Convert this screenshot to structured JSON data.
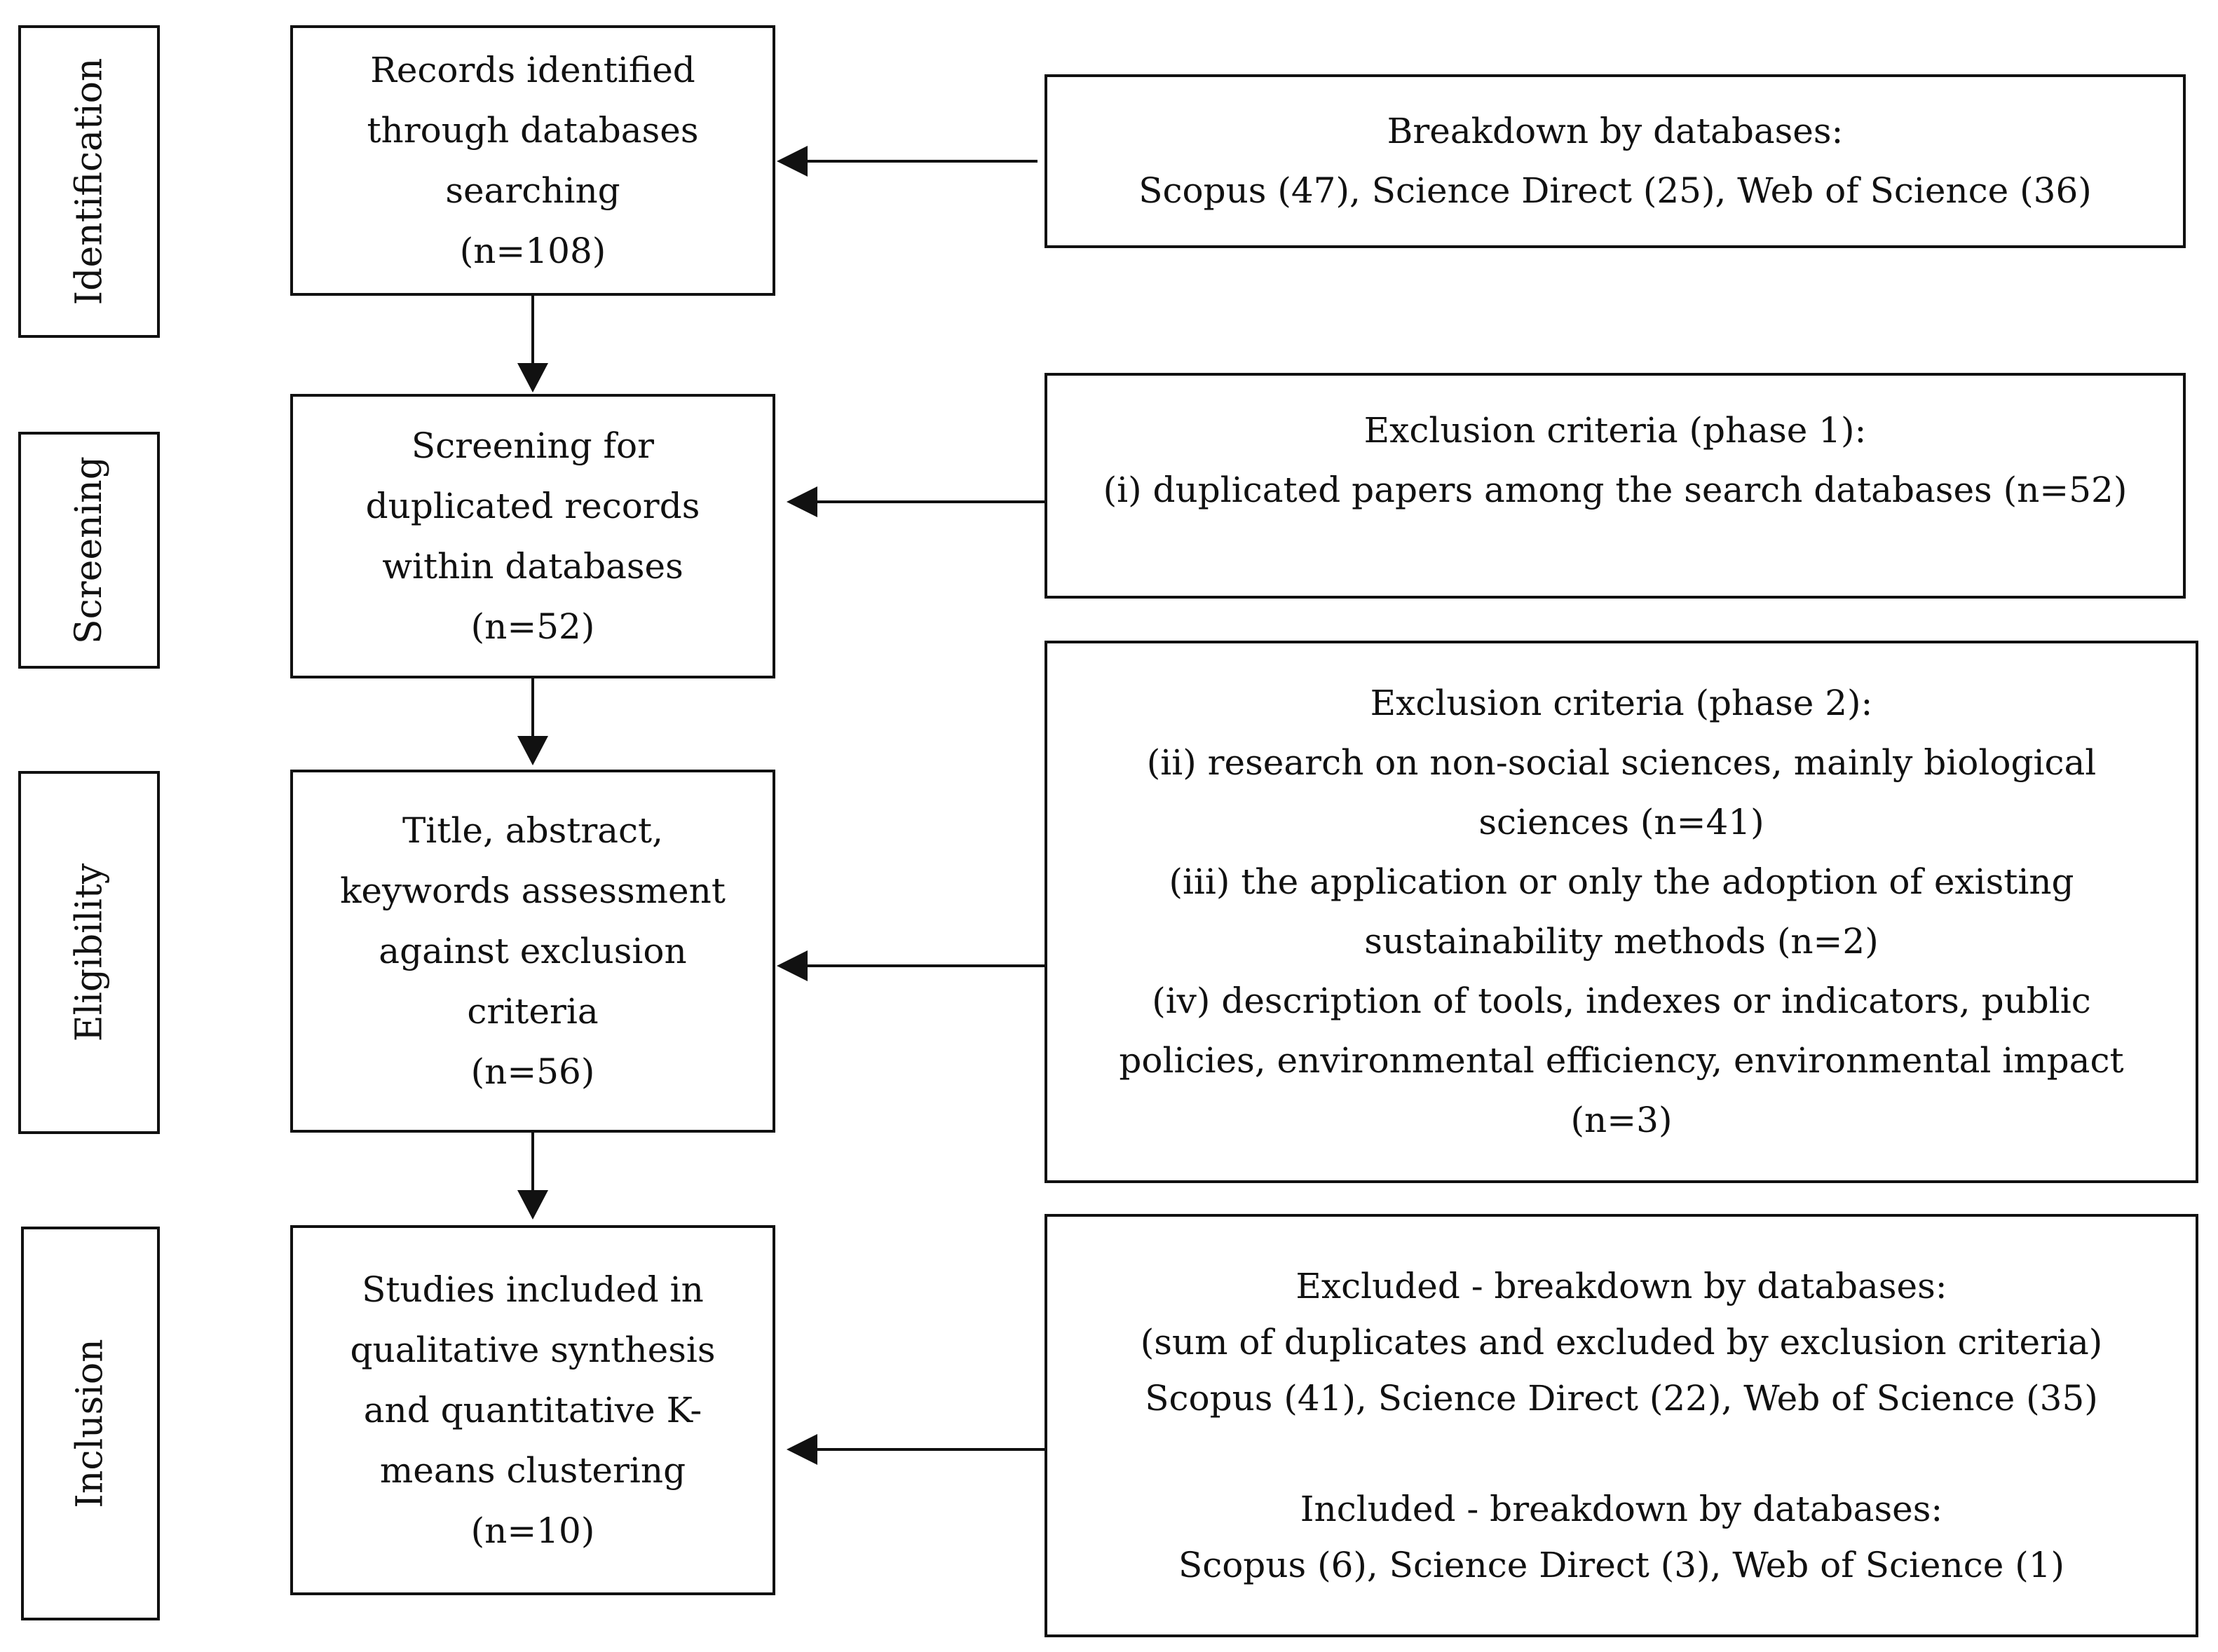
{
  "stages": [
    {
      "id": "identification",
      "label": "Identification"
    },
    {
      "id": "screening",
      "label": "Screening"
    },
    {
      "id": "eligibility",
      "label": "Eligibility"
    },
    {
      "id": "inclusion",
      "label": "Inclusion"
    }
  ],
  "main_boxes": {
    "identification": {
      "lines": [
        "Records identified",
        "through databases",
        "searching",
        "(n=108)"
      ]
    },
    "screening": {
      "lines": [
        "Screening for",
        "duplicated records",
        "within databases",
        "(n=52)"
      ]
    },
    "eligibility": {
      "lines": [
        "Title, abstract,",
        "keywords assessment",
        "against exclusion",
        "criteria",
        "(n=56)"
      ]
    },
    "inclusion": {
      "lines": [
        "Studies included in",
        "qualitative synthesis",
        "and quantitative K-",
        "means clustering",
        "(n=10)"
      ]
    }
  },
  "side_boxes": {
    "breakdown": {
      "lines": [
        "Breakdown by databases:",
        "Scopus (47), Science Direct (25), Web of Science (36)"
      ]
    },
    "phase1": {
      "lines": [
        "Exclusion criteria (phase 1):",
        "(i) duplicated papers among the search databases (n=52)"
      ]
    },
    "phase2": {
      "lines": [
        "Exclusion criteria (phase 2):",
        "(ii) research on non-social sciences, mainly biological",
        "sciences (n=41)",
        "(iii) the application or only the adoption of existing",
        "sustainability methods (n=2)",
        "(iv) description of tools, indexes or indicators, public",
        "policies, environmental efficiency, environmental impact",
        "(n=3)"
      ]
    },
    "final": {
      "excluded_lines": [
        "Excluded - breakdown by databases:",
        "(sum of duplicates and excluded by exclusion criteria)",
        "Scopus (41), Science Direct (22), Web of Science (35)"
      ],
      "included_lines": [
        "Included - breakdown by databases:",
        "Scopus (6), Science Direct (3), Web of Science (1)"
      ]
    }
  }
}
